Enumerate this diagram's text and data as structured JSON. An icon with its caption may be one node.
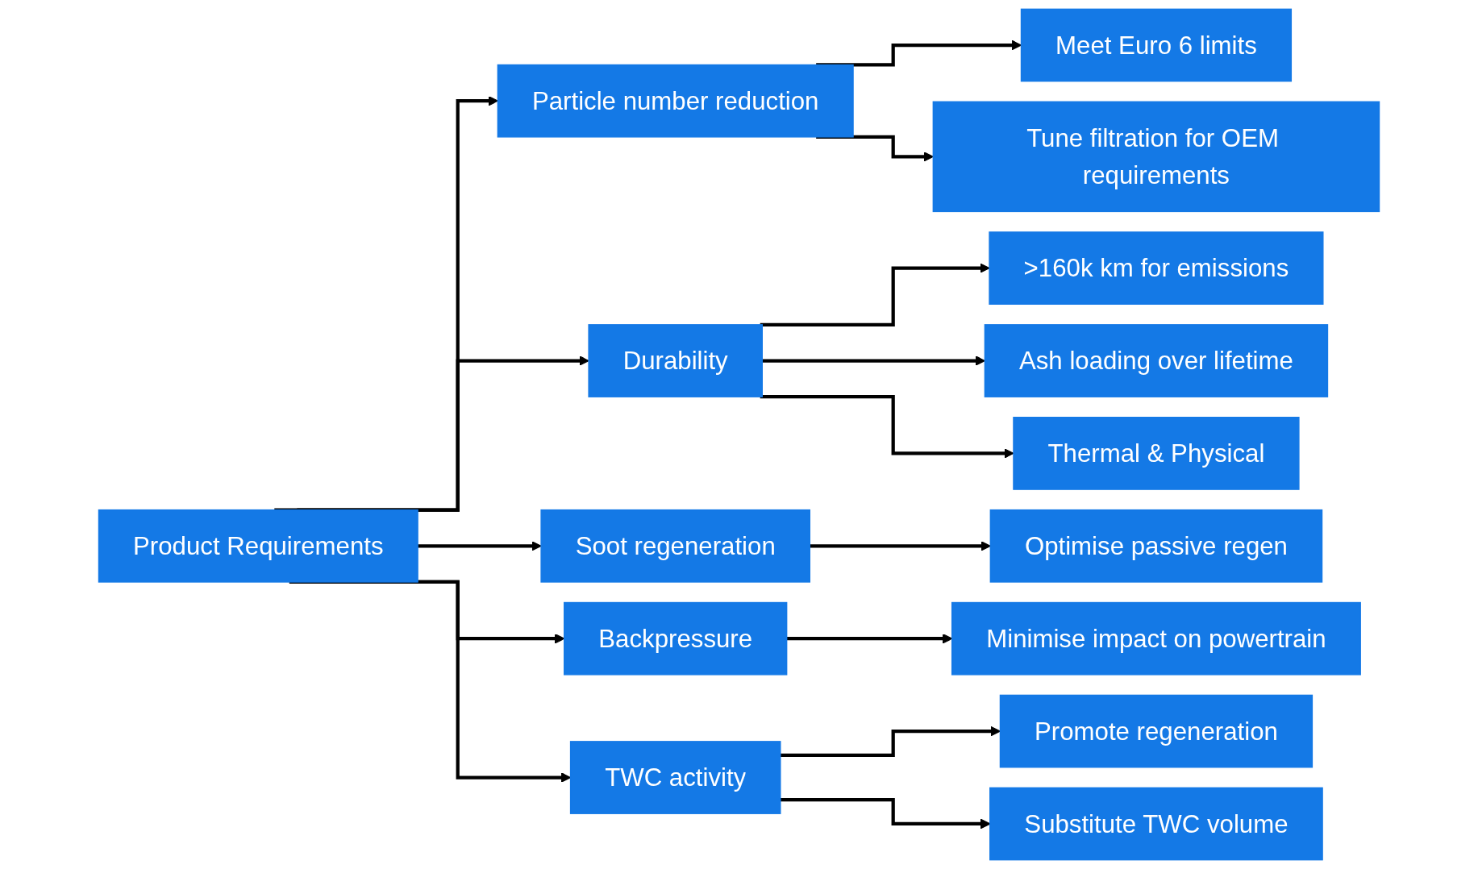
{
  "diagram": {
    "nodes": [
      {
        "text": [
          "Product Requirements"
        ]
      },
      {
        "text": [
          "Particle number reduction"
        ]
      },
      {
        "text": [
          "Durability"
        ]
      },
      {
        "text": [
          "Soot regeneration"
        ]
      },
      {
        "text": [
          "Backpressure"
        ]
      },
      {
        "text": [
          "TWC activity"
        ]
      },
      {
        "text": [
          "Meet Euro 6 limits"
        ]
      },
      {
        "text": [
          "Tune filtration for OEM requirements"
        ]
      },
      {
        "text": [
          ">160k km for emissions"
        ]
      },
      {
        "text": [
          "Ash loading over lifetime"
        ]
      },
      {
        "text": [
          "Thermal & Physical"
        ]
      },
      {
        "text": [
          "Optimise passive regen"
        ]
      },
      {
        "text": [
          "Minimise impact on powertrain"
        ]
      },
      {
        "text": [
          "Promote regeneration"
        ]
      },
      {
        "text": [
          "Substitute TWC volume"
        ]
      }
    ],
    "edges": [
      {
        "from": 0,
        "to": 1,
        "arrow": "to"
      },
      {
        "from": 0,
        "to": 2,
        "arrow": "to"
      },
      {
        "from": 0,
        "to": 3,
        "arrow": "to"
      },
      {
        "from": 0,
        "to": 4,
        "arrow": "to"
      },
      {
        "from": 0,
        "to": 5,
        "arrow": "to"
      },
      {
        "from": 1,
        "to": 6,
        "arrow": "to"
      },
      {
        "from": 1,
        "to": 7,
        "arrow": "to"
      },
      {
        "from": 2,
        "to": 8,
        "arrow": "to"
      },
      {
        "from": 2,
        "to": 9,
        "arrow": "to"
      },
      {
        "from": 2,
        "to": 10,
        "arrow": "to"
      },
      {
        "from": 3,
        "to": 11,
        "arrow": "to"
      },
      {
        "from": 4,
        "to": 12,
        "arrow": "to"
      },
      {
        "from": 5,
        "to": 13,
        "arrow": "to"
      },
      {
        "from": 5,
        "to": 14,
        "arrow": "to"
      }
    ]
  }
}
